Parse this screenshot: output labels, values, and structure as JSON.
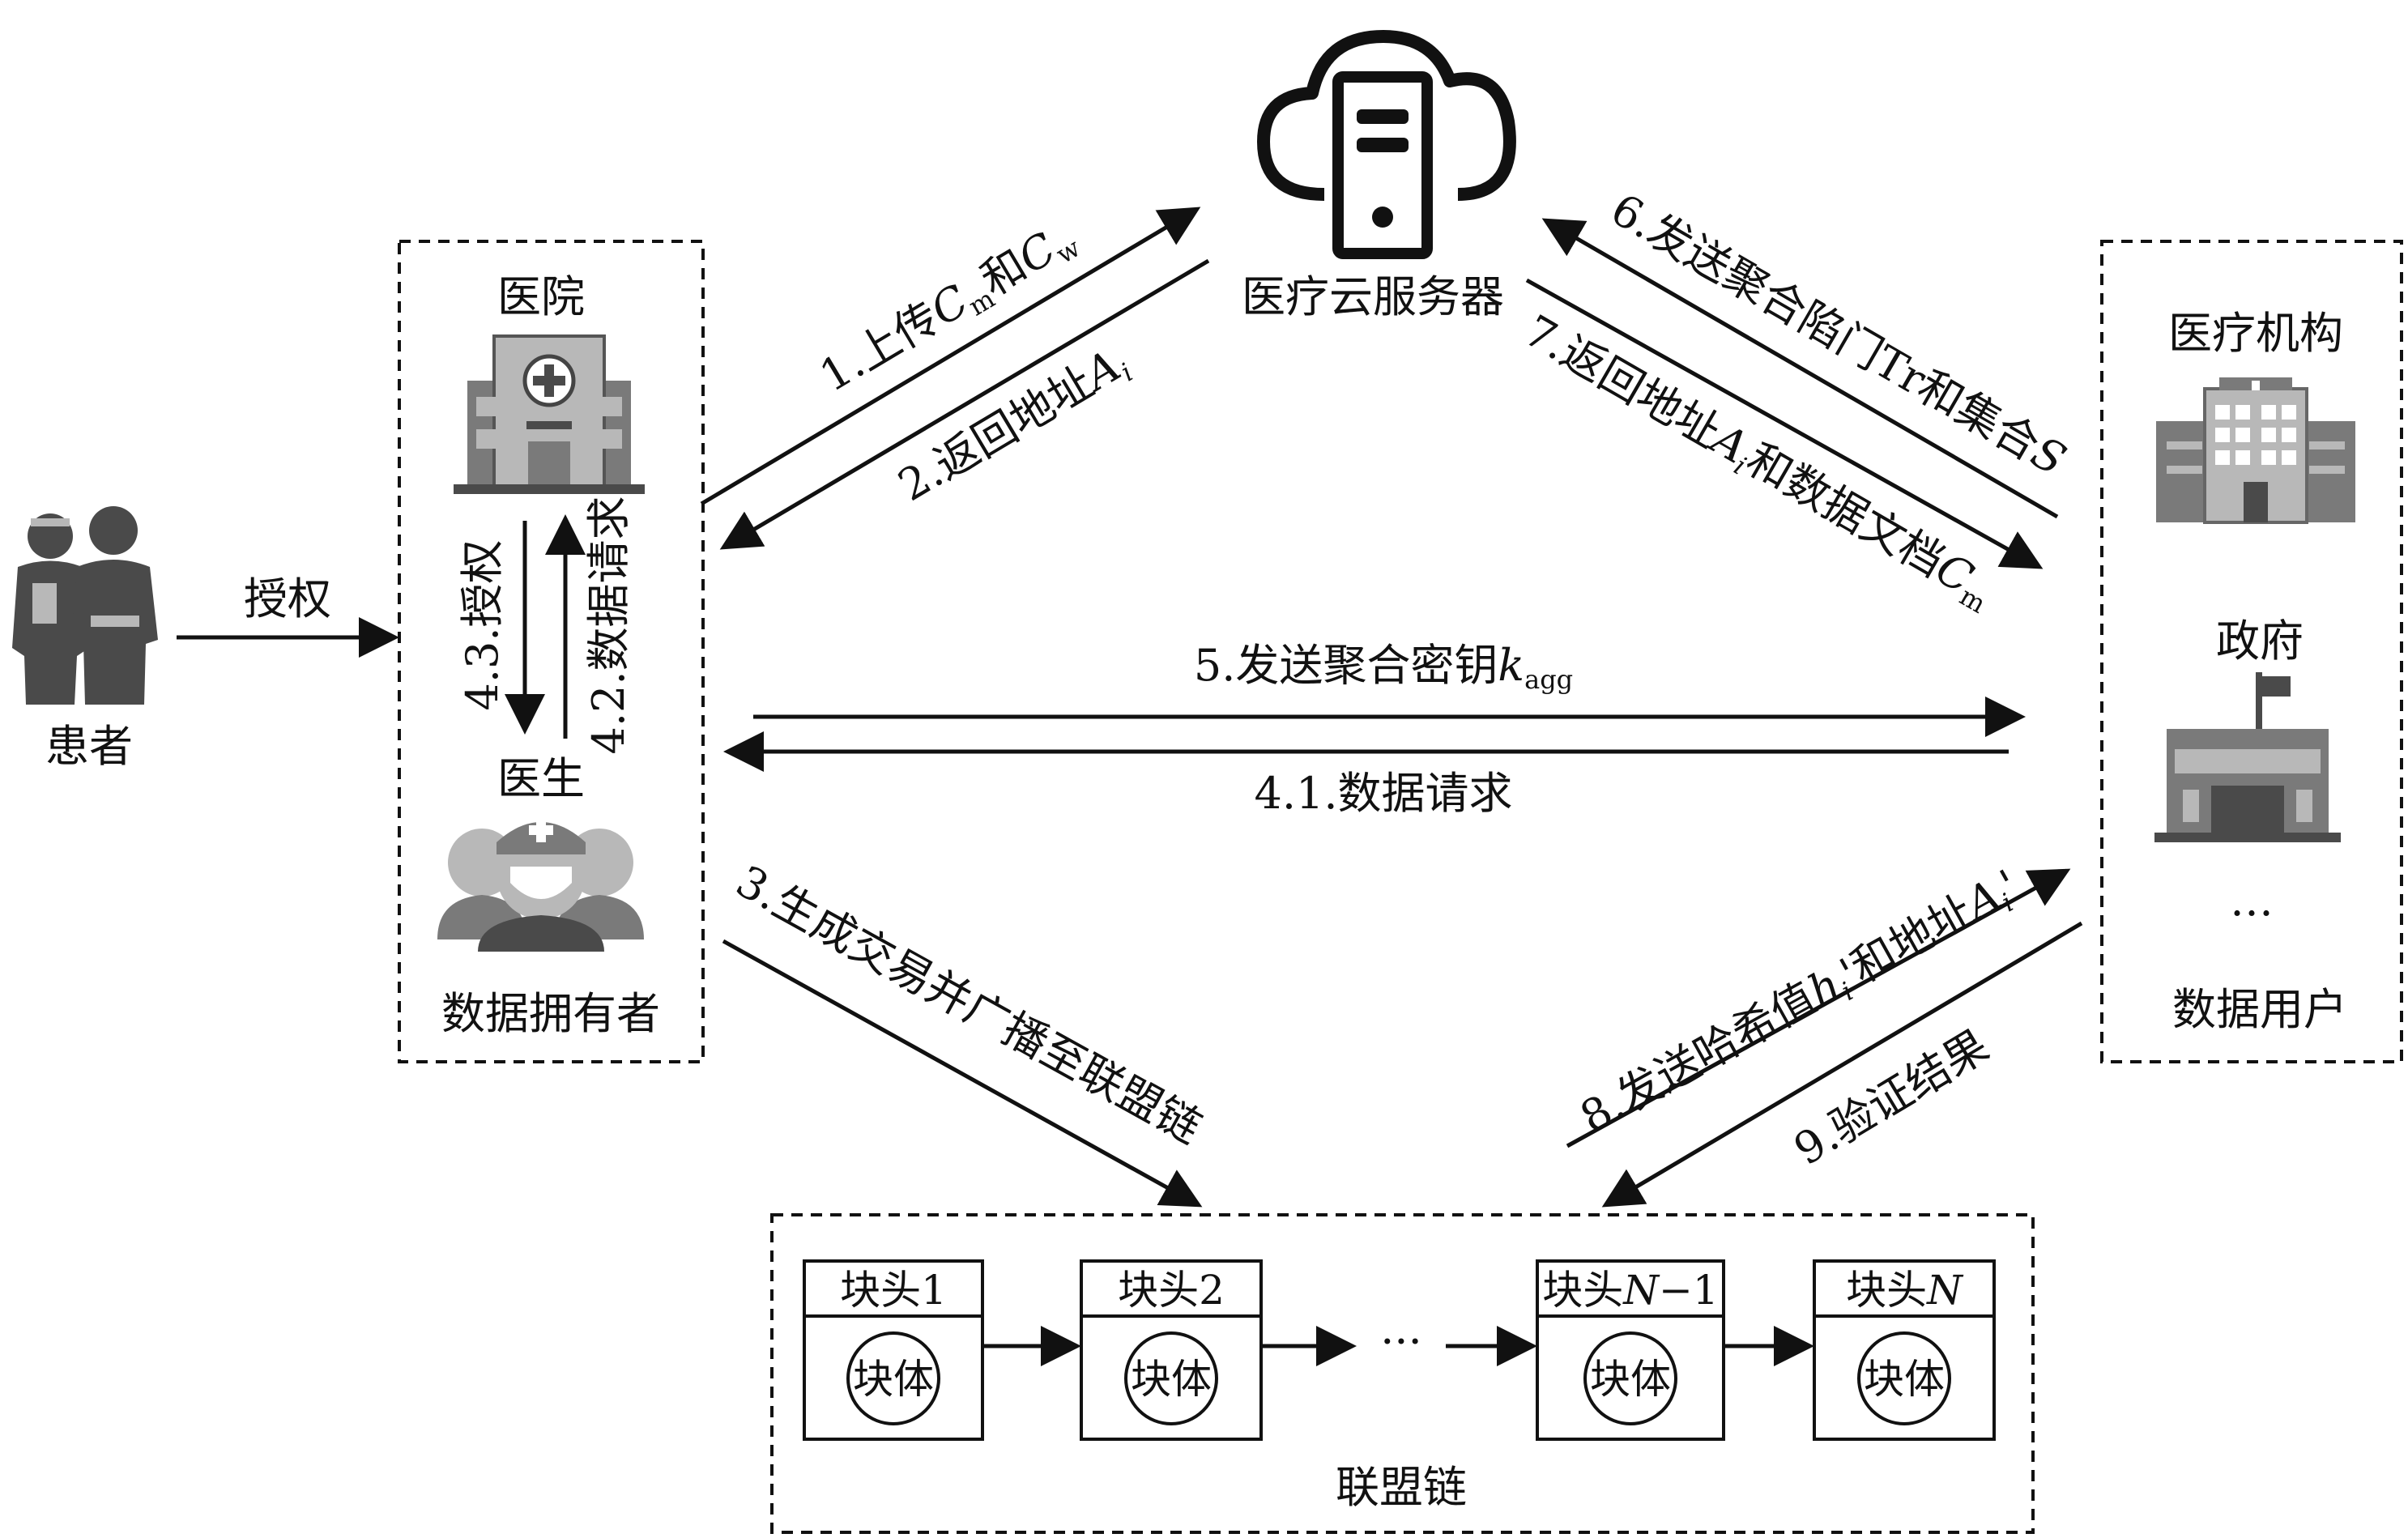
{
  "nodes": {
    "patient": "患者",
    "hospital": "医院",
    "doctor": "医生",
    "data_owner": "数据拥有者",
    "cloud_server": "医疗云服务器",
    "medical_institution": "医疗机构",
    "government": "政府",
    "ellipsis_users": "…",
    "data_user": "数据用户",
    "consortium_chain": "联盟链"
  },
  "edges": {
    "authorize": "授权",
    "e1_prefix": "1.上传",
    "e1_c": "C",
    "e1_m": "m",
    "e1_and": "和",
    "e1_c2": "C",
    "e1_w": "w",
    "e2_prefix": "2.返回地址",
    "e2_a": "A",
    "e2_i": "i",
    "e3": "3.生成交易并广播至联盟链",
    "e41": "4.1.数据请求",
    "e42": "4.2.数据请求",
    "e43": "4.3.授权",
    "e5_prefix": "5.发送聚合密钥",
    "e5_k": "k",
    "e5_agg": "agg",
    "e6_prefix": "6.发送聚合陷门Tr和集合",
    "e6_s": "S",
    "e7_prefix": "7.返回地址",
    "e7_a": "A",
    "e7_i": "i",
    "e7_mid": "和数据文档",
    "e7_c": "C",
    "e7_m": "m",
    "e8_prefix": "8.发送哈希值",
    "e8_h": "h",
    "e8_i": "i",
    "e8_prime1": "'",
    "e8_mid": "和地址",
    "e8_a": "A",
    "e8_i2": "i",
    "e8_prime2": "'",
    "e9": "9.验证结果"
  },
  "blocks": [
    {
      "header": "块头1",
      "body": "块体"
    },
    {
      "header": "块头2",
      "body": "块体"
    },
    {
      "header_prefix": "块头",
      "header_n": "N",
      "header_suffix": "−1",
      "body": "块体"
    },
    {
      "header_prefix": "块头",
      "header_n": "N",
      "body": "块体"
    }
  ],
  "chain_ellipsis": "···",
  "icons": [
    "patient-icon",
    "hospital-icon",
    "doctor-icon",
    "cloud-server-icon",
    "medical-institution-icon",
    "government-icon"
  ]
}
